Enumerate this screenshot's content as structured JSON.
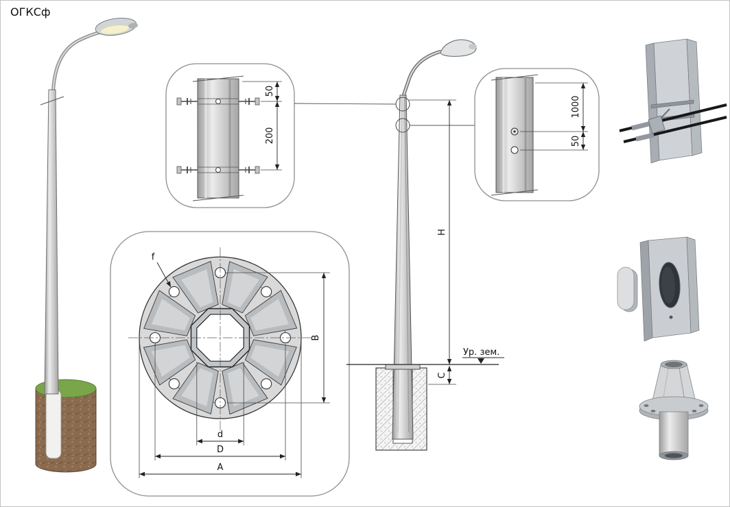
{
  "page": {
    "title": "ОГКСф"
  },
  "colors": {
    "line": "#333333",
    "pole_gray": "#d6d6d6",
    "soil_brown": "#8a6b4f",
    "grass_green": "#79a648"
  },
  "clamp_detail": {
    "dim_top": "50",
    "dim_span": "200"
  },
  "hole_detail": {
    "dim_top": "1000",
    "dim_bottom": "50"
  },
  "flange_detail": {
    "dim_f": "f",
    "dim_b": "B",
    "dim_d": "d",
    "dim_dd": "D",
    "dim_a": "A"
  },
  "elevation": {
    "dim_h": "H",
    "dim_c": "C",
    "ground_level": "Ур. зем."
  }
}
